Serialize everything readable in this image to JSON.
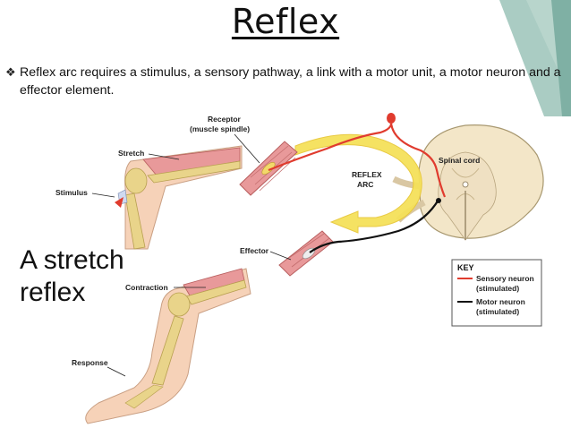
{
  "slide": {
    "title": "Reflex",
    "bullet_text": "Reflex arc requires a stimulus, a sensory pathway, a link with a motor unit, a motor neuron and a effector element."
  },
  "diagram": {
    "labels": {
      "receptor": "Receptor",
      "receptor_sub": "(muscle spindle)",
      "stretch": "Stretch",
      "stimulus": "Stimulus",
      "spinal_cord": "Spinal cord",
      "reflex": "REFLEX",
      "arc": "ARC",
      "effector": "Effector",
      "contraction": "Contraction",
      "response": "Response",
      "heading_line1": "A stretch",
      "heading_line2": "reflex"
    },
    "key": {
      "title": "KEY",
      "sensory_line1": "Sensory neuron",
      "sensory_line2": "(stimulated)",
      "motor_line1": "Motor neuron",
      "motor_line2": "(stimulated)"
    }
  },
  "colors": {
    "sensory": "#e03b2e",
    "motor": "#111111",
    "bone": "#e9d48a",
    "muscle": "#e8999a",
    "skin": "#f6d2b8",
    "arrow": "#f5e15a",
    "deco_green": "#9bc3b9"
  }
}
